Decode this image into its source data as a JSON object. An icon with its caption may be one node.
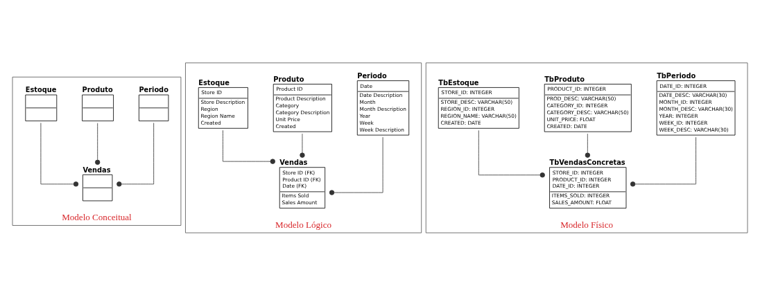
{
  "diagram": {
    "nodes": [
      {
        "text": [
          "Modelo Conceitual"
        ]
      },
      {
        "text": [
          "Periodo"
        ],
        "in": 0
      },
      {
        "text": [
          "Produto"
        ],
        "in": 0
      },
      {
        "text": [
          "Vendas"
        ],
        "in": 0
      },
      {
        "text": [
          "Estoque"
        ],
        "in": 0
      },
      {
        "text": [
          "Modelo Lógico"
        ]
      },
      {
        "text": [
          "Periodo",
          "Date",
          "Date Description",
          "Month",
          "Month Description",
          "Year",
          "Week",
          "Week Description"
        ],
        "in": 5
      },
      {
        "text": [
          "Produto",
          "Product ID",
          "Product Description",
          "Category",
          "Category Description",
          "Unit Price",
          "Created"
        ],
        "in": 5
      },
      {
        "text": [
          "Vendas",
          "Store ID (FK)",
          "Product ID (FK)",
          "Date (FK)",
          "Items Sold",
          "Sales Amount"
        ],
        "in": 5
      },
      {
        "text": [
          "Estoque",
          "Store ID",
          "Store Description",
          "Region",
          "Region Name",
          "Created"
        ],
        "in": 5
      },
      {
        "text": [
          "Modelo Físico"
        ]
      },
      {
        "text": [
          "TbPeriodo",
          "DATE_ID: INTEGER",
          "DATE_DESC: VARCHAR(30)",
          "MONTH_ID: INTEGER",
          "MONTH_DESC: VARCHAR(30)",
          "YEAR: INTEGER",
          "WEEK_ID: INTEGER",
          "WEEK_DESC: VARCHAR(30)"
        ],
        "in": 10
      },
      {
        "text": [
          "TbProduto",
          "PRODUCT_ID: INTEGER",
          "PROD_DESC: VARCHAR(50)",
          "CATEGORY_ID: INTEGER",
          "CATEGORY_DESC: VARCHAR(50)",
          "UNIT_PRICE: FLOAT",
          "CREATED: DATE"
        ],
        "in": 10
      },
      {
        "text": [
          "TbVendasConcretas",
          "STORE_ID: INTEGER",
          "PRODUCT_ID: INTEGER",
          "DATE_ID: INTEGER",
          "ITEMS_SOLD: INTEGER",
          "SALES_AMOUNT: FLOAT"
        ],
        "in": 10
      },
      {
        "text": [
          "TbEstoque",
          "STORE_ID: INTEGER",
          "STORE_DESC: VARCHAR(50)",
          "REGION_ID: INTEGER",
          "REGION_NAME: VARCHAR(50)",
          "CREATED: DATE"
        ],
        "in": 10
      }
    ],
    "edges": [
      {
        "from": 1,
        "to": 3,
        "arrow": "other"
      },
      {
        "from": 2,
        "to": 3,
        "arrow": "other"
      },
      {
        "from": 4,
        "to": 3,
        "arrow": "other"
      },
      {
        "from": 6,
        "to": 8,
        "arrow": "other"
      },
      {
        "from": 7,
        "to": 8,
        "arrow": "other"
      },
      {
        "from": 9,
        "to": 8,
        "arrow": "other"
      },
      {
        "from": 11,
        "to": 13,
        "arrow": "other"
      },
      {
        "from": 12,
        "to": 13,
        "arrow": "other"
      },
      {
        "from": 14,
        "to": 13,
        "arrow": "other"
      }
    ]
  }
}
